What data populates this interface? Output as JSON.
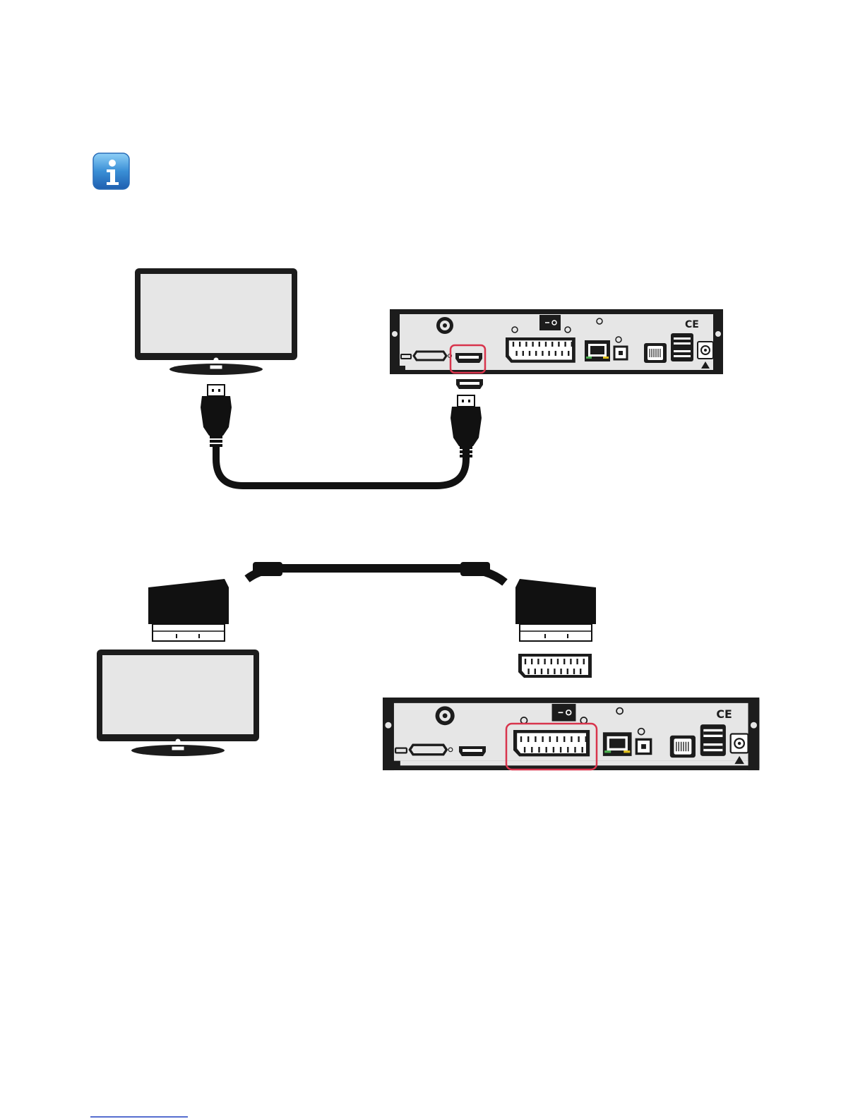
{
  "info_icon": {
    "icon": "info-icon",
    "glyph": "i",
    "color": "#3a8fd6"
  },
  "colors": {
    "highlight": "#d8344c",
    "panel": "#e6e6e6",
    "device": "#1c1c1c",
    "screen": "#e6e6e6",
    "link": "#1f3fbf"
  },
  "diagrams": [
    {
      "connection": "HDMI",
      "highlighted_port": "hdmi-port",
      "cable": "hdmi-cable"
    },
    {
      "connection": "SCART",
      "highlighted_port": "scart-port",
      "cable": "scart-cable"
    }
  ],
  "receiver_labels": {
    "power_switch": "I O",
    "ce_mark": "CE"
  }
}
